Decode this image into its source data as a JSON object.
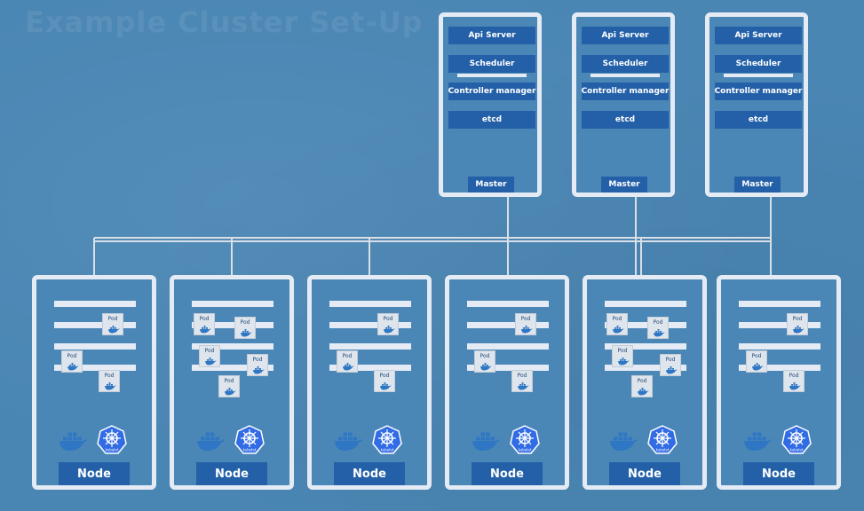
{
  "title": "Example Cluster Set-Up",
  "masters": [
    {
      "components": [
        "Api Server",
        "Scheduler",
        "Controller manager",
        "etcd"
      ],
      "label": "Master"
    },
    {
      "components": [
        "Api Server",
        "Scheduler",
        "Controller manager",
        "etcd"
      ],
      "label": "Master"
    },
    {
      "components": [
        "Api Server",
        "Scheduler",
        "Controller manager",
        "etcd"
      ],
      "label": "Master"
    }
  ],
  "nodes": [
    {
      "label": "Node",
      "pod_label": "Pod",
      "pod_count": 3,
      "kubelet_text": "kubelet"
    },
    {
      "label": "Node",
      "pod_label": "Pod",
      "pod_count": 5,
      "kubelet_text": "kubelet"
    },
    {
      "label": "Node",
      "pod_label": "Pod",
      "pod_count": 3,
      "kubelet_text": "kubelet"
    },
    {
      "label": "Node",
      "pod_label": "Pod",
      "pod_count": 3,
      "kubelet_text": "kubelet"
    },
    {
      "label": "Node",
      "pod_label": "Pod",
      "pod_count": 5,
      "kubelet_text": "kubelet"
    },
    {
      "label": "Node",
      "pod_label": "Pod",
      "pod_count": 3,
      "kubelet_text": "kubelet"
    }
  ],
  "colors": {
    "background": "#4a86b4",
    "box_border": "#e4ebf5",
    "label_fill": "#2360a8",
    "pod_fill": "#dfe5ec",
    "docker_blue": "#2f77c4",
    "kubelet_blue": "#326ce5"
  },
  "icons": {
    "container_runtime": "docker-whale-icon",
    "node_agent": "kubelet-helm-icon"
  }
}
